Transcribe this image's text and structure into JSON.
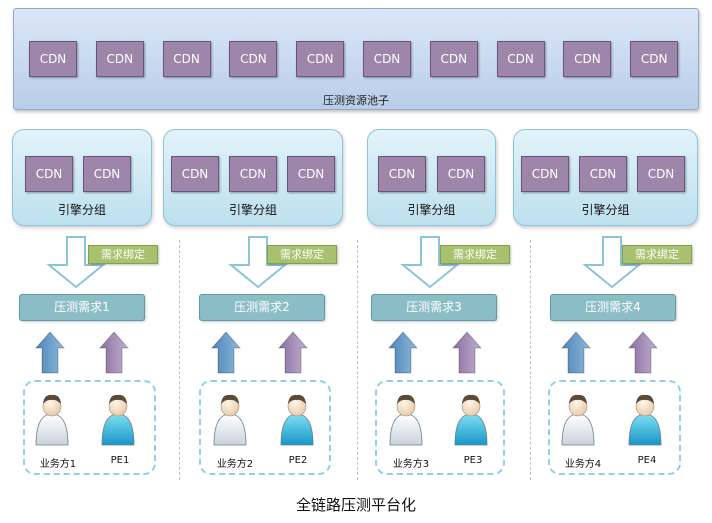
{
  "pool": {
    "title": "压测资源池子",
    "cdn_label": "CDN"
  },
  "groups": [
    {
      "label": "引擎分组",
      "cdn_count": 2
    },
    {
      "label": "引擎分组",
      "cdn_count": 3
    },
    {
      "label": "引擎分组",
      "cdn_count": 2
    },
    {
      "label": "引擎分组",
      "cdn_count": 3
    }
  ],
  "bind_tag": "需求绑定",
  "requirements": [
    "压测需求1",
    "压测需求2",
    "压测需求3",
    "压测需求4"
  ],
  "users": [
    {
      "business": "业务方1",
      "pe": "PE1"
    },
    {
      "business": "业务方2",
      "pe": "PE2"
    },
    {
      "business": "业务方3",
      "pe": "PE3"
    },
    {
      "business": "业务方4",
      "pe": "PE4"
    }
  ],
  "footer": "全链路压测平台化",
  "colors": {
    "cdn": "#9e86ab",
    "requirement": "#8bbdc6",
    "bind_tag": "#a8c16f",
    "arrow_blue": "#6d9fc9",
    "arrow_purple": "#a792b8"
  }
}
